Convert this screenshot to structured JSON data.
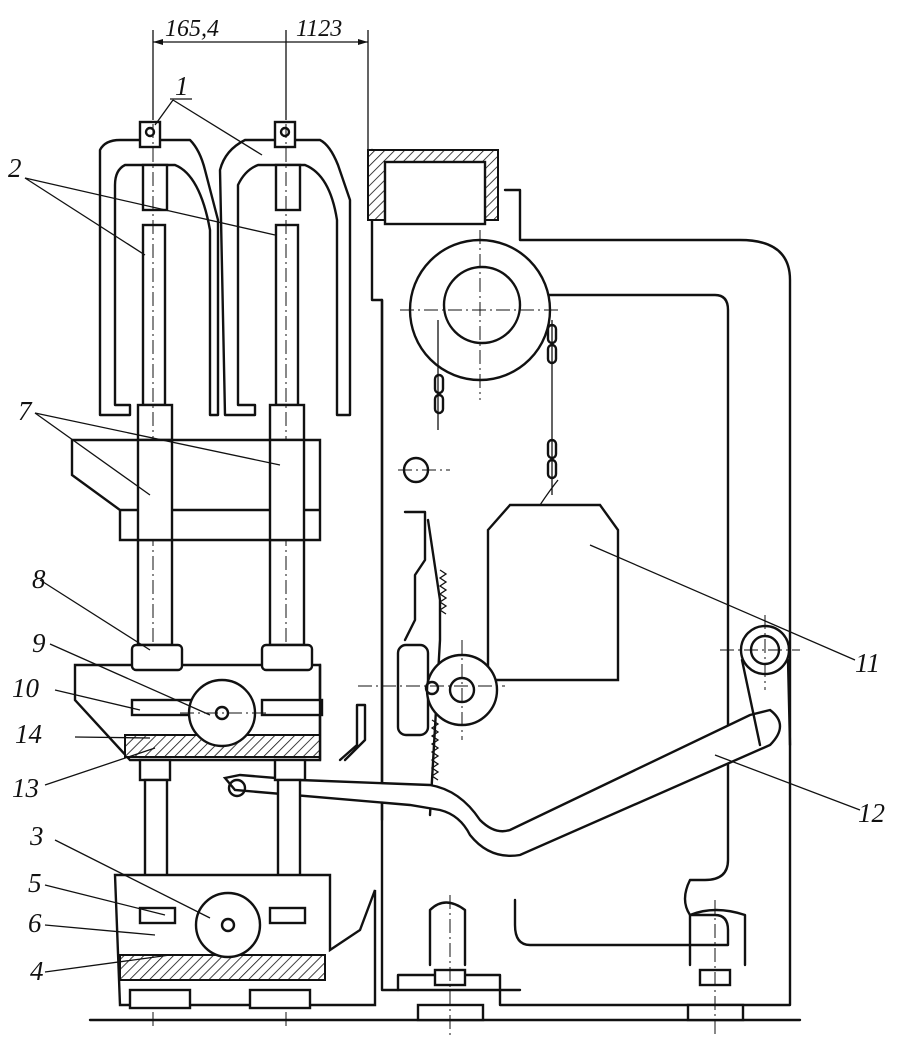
{
  "dimensions": {
    "dim_a": "165,4",
    "dim_b": "1123"
  },
  "callouts": [
    "1",
    "2",
    "7",
    "8",
    "9",
    "10",
    "14",
    "13",
    "3",
    "5",
    "6",
    "4",
    "11",
    "12"
  ]
}
